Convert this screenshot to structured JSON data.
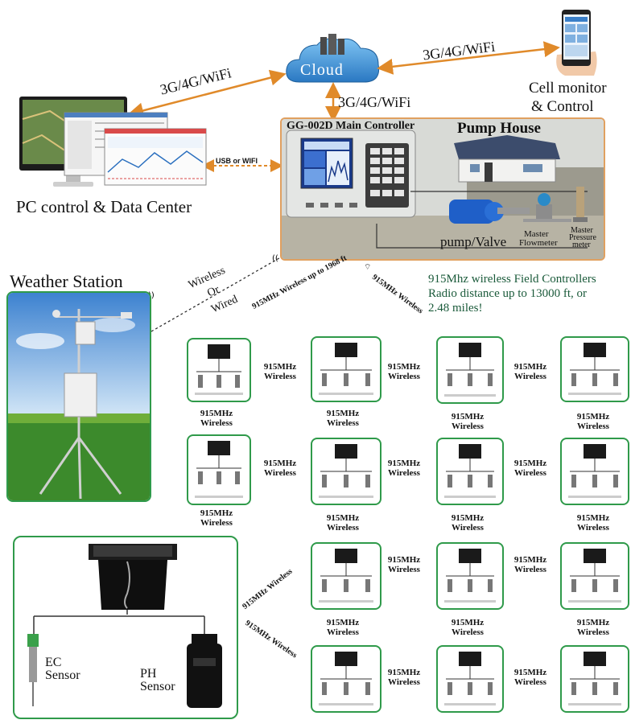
{
  "labels": {
    "cloud": "Cloud",
    "link_pc_cloud": "3G/4G/WiFi",
    "link_cloud_cell": "3G/4G/WiFi",
    "link_cloud_controller": "3G/4G/WiFi",
    "cell_monitor_line1": "Cell monitor",
    "cell_monitor_line2": "& Control",
    "pc_control": "PC control & Data Center",
    "usb_wifi": "USB or WIFI",
    "main_controller": "GG-002D Main Controller",
    "pump_house": "Pump House",
    "pump_valve": "pump/Valve",
    "master_flowmeter_line1": "Master",
    "master_flowmeter_line2": "Flowmeter",
    "master_pressure_line1": "Master",
    "master_pressure_line2": "Pressure",
    "master_pressure_line3": "meter",
    "weather_station": "Weather Station",
    "wireless_or_wired_1": "Wireless",
    "wireless_or_wired_2": "Or",
    "wireless_or_wired_3": "Wired",
    "field_line1": "915Mhz wireless Field Controllers",
    "field_line2": "Radio distance up to 13000 ft, or",
    "field_line3": "2.48 miles!",
    "diag_1968": "915MHz Wireless up to 1968 ft",
    "diag_right": "915MHz Wireless",
    "diag_bottom_1": "915MHz Wireless",
    "diag_bottom_2": "915MHz Wireless",
    "ec_sensor_line1": "EC",
    "ec_sensor_line2": "Sensor",
    "ph_sensor_line1": "PH",
    "ph_sensor_line2": "Sensor",
    "wireless_915_line1": "915MHz",
    "wireless_915_line2": "Wireless"
  },
  "colors": {
    "arrow": "#e08a2a",
    "green_border": "#2f9a4a",
    "controller_border": "#e0a060",
    "cloud": "#3a8fd6",
    "field_text": "#1a5a3a"
  }
}
